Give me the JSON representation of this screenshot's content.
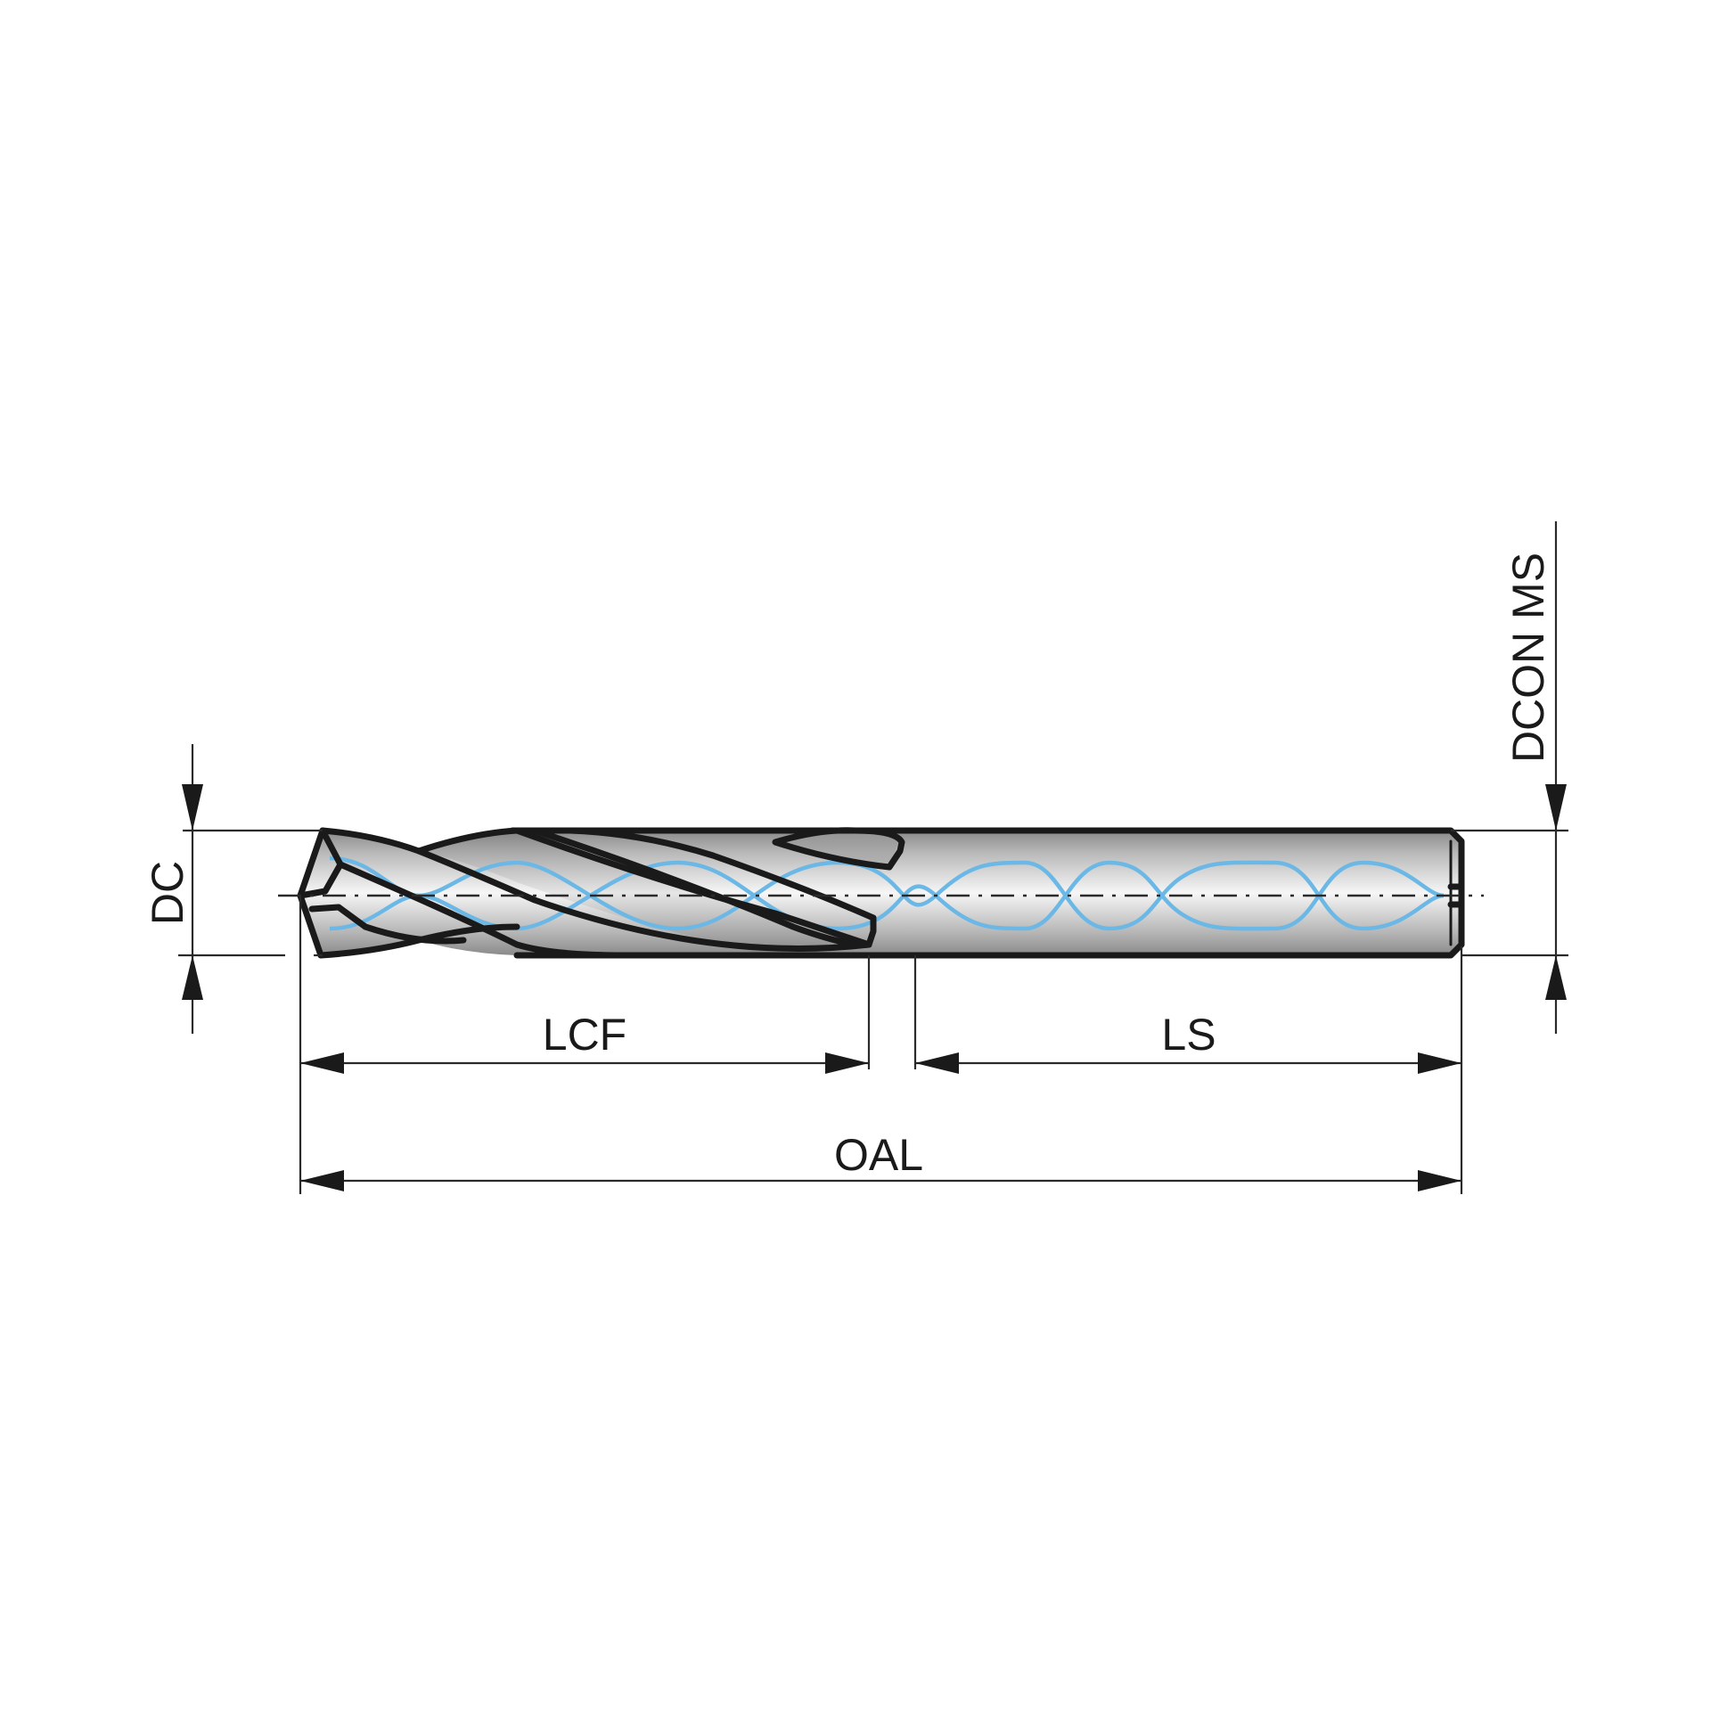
{
  "drawing": {
    "subject": "Solid drill with internal coolant channels",
    "dimensions": {
      "dc": {
        "label": "DC"
      },
      "dcon_ms": {
        "label": "DCON MS"
      },
      "lcf": {
        "label": "LCF"
      },
      "ls": {
        "label": "LS"
      },
      "oal": {
        "label": "OAL"
      }
    },
    "colors": {
      "outline": "#1a1a1a",
      "coolant_channel": "#6bb8e6",
      "body_light": "#f4f4f4",
      "body_dark": "#8e8e8e"
    }
  }
}
